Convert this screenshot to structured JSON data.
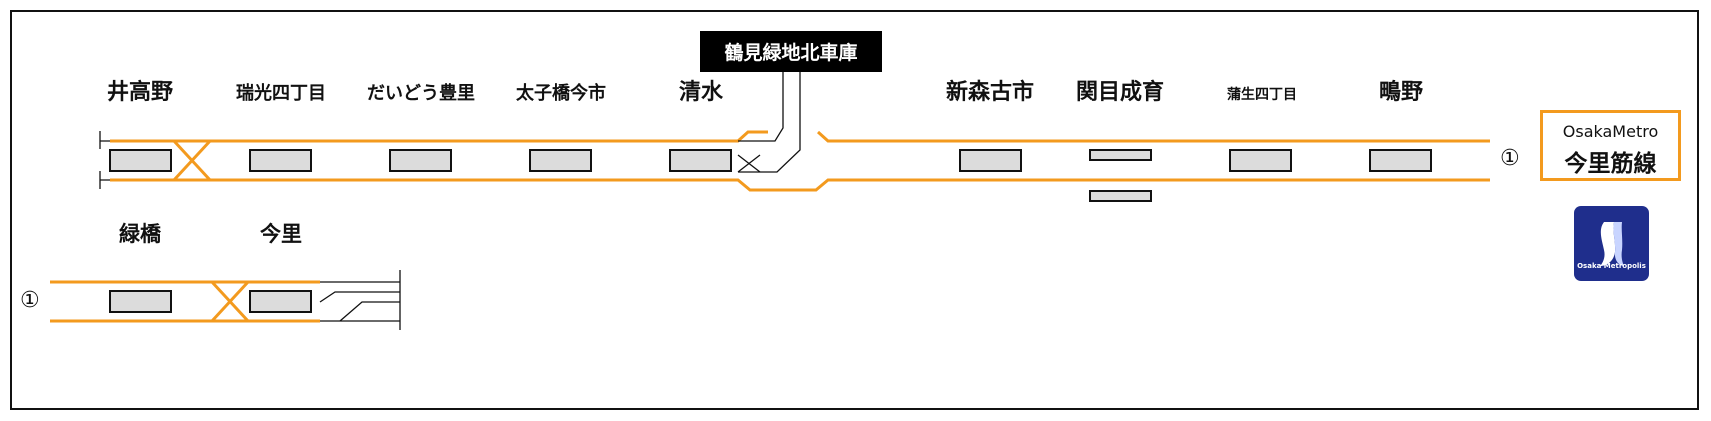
{
  "colors": {
    "track": "#F39A1E",
    "platform_fill": "#DCDCDC",
    "logo_bg": "#1F2E8C"
  },
  "depot": {
    "label": "鶴見緑地北車庫"
  },
  "upper_stations": [
    {
      "name": "井高野"
    },
    {
      "name": "瑞光四丁目"
    },
    {
      "name": "だいどう豊里"
    },
    {
      "name": "太子橋今市"
    },
    {
      "name": "清水"
    },
    {
      "name": "新森古市"
    },
    {
      "name": "関目成育"
    },
    {
      "name": "蒲生四丁目"
    },
    {
      "name": "鴫野"
    }
  ],
  "lower_stations": [
    {
      "name": "緑橋"
    },
    {
      "name": "今里"
    }
  ],
  "line_badge": {
    "operator": "OsakaMetro",
    "line": "今里筋線"
  },
  "logo": {
    "icon": "osaka-metro-logo-icon",
    "caption": "Osaka Metropolis"
  },
  "continuation_mark": "①"
}
